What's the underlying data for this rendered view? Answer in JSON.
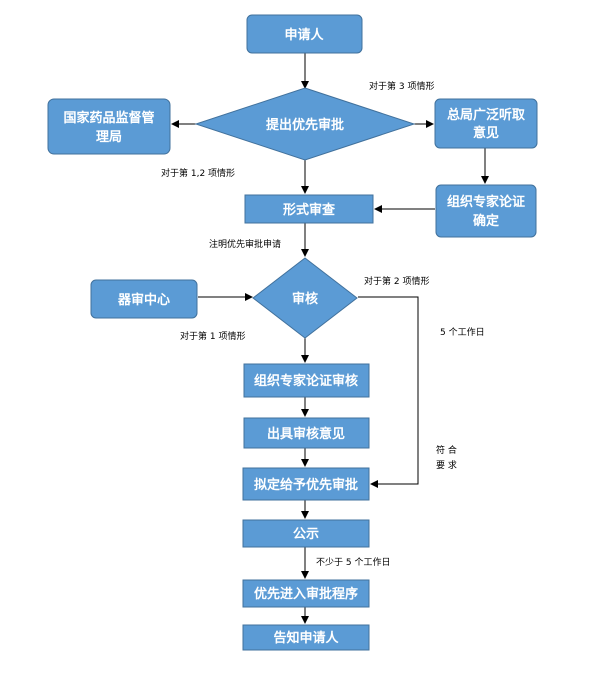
{
  "nodes": {
    "applicant": "申请人",
    "submit_priority": "提出优先审批",
    "nmpa": "国家药品监督管理局",
    "hq_opinion": "总局广泛听取意见",
    "expert_confirm": "组织专家论证确定",
    "formal_review": "形式审查",
    "device_center": "器审中心",
    "review": "审核",
    "expert_review": "组织专家论证审核",
    "issue_opinion": "出具审核意见",
    "propose_priority": "拟定给予优先审批",
    "publicize": "公示",
    "enter_priority": "优先进入审批程序",
    "notify_applicant": "告知申请人"
  },
  "notes": {
    "case3": "对于第 3 项情形",
    "case12": "对于第 1,2 项情形",
    "note_priority": "注明优先审批申请",
    "case2": "对于第 2 项情形",
    "five_days": "5 个工作日",
    "case1": "对于第 1 项情形",
    "meets": "符 合",
    "requirement": "要 求",
    "min_five_days": "不少于 5 个工作日"
  },
  "colors": {
    "box_fill": "#5b9bd5",
    "box_stroke": "#41719c",
    "text": "#ffffff",
    "line": "#000000"
  }
}
